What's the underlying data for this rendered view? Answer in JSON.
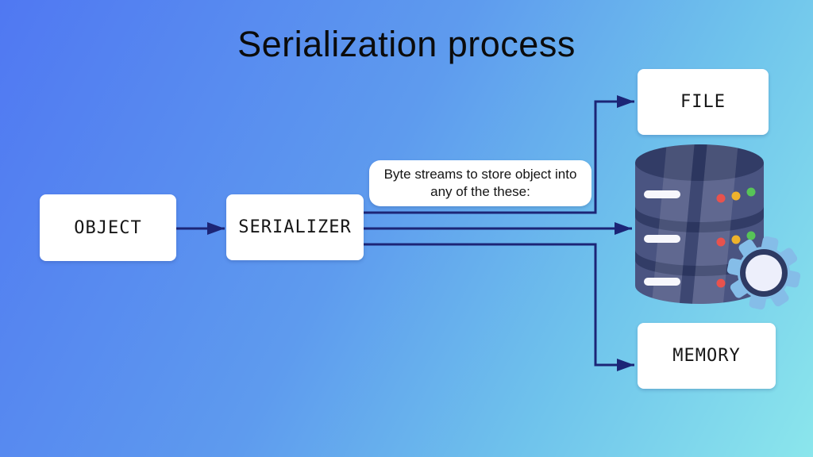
{
  "title": "Serialization process",
  "nodes": {
    "object": "OBJECT",
    "serializer": "SERIALIZER",
    "file": "FILE",
    "memory": "MEMORY"
  },
  "note": {
    "line1": "Byte streams to store object into",
    "line2": "any of the these:"
  },
  "icons": {
    "database": "database-stack-icon",
    "gear": "gear-icon"
  },
  "colors": {
    "background_top_left": "#5078f2",
    "background_bottom_right": "#8be6ec",
    "arrow": "#1c2576",
    "node_background": "#ffffff",
    "node_text": "#161616",
    "db_body": "#4a5481",
    "db_top": "#323c66",
    "db_dash": "#f7f7fc",
    "dot_red": "#e8524d",
    "dot_yellow": "#eeb22c",
    "dot_green": "#57c457",
    "gear_blue": "#85bde8",
    "gear_ring": "#2e3a63",
    "gear_center": "#edeffb"
  }
}
